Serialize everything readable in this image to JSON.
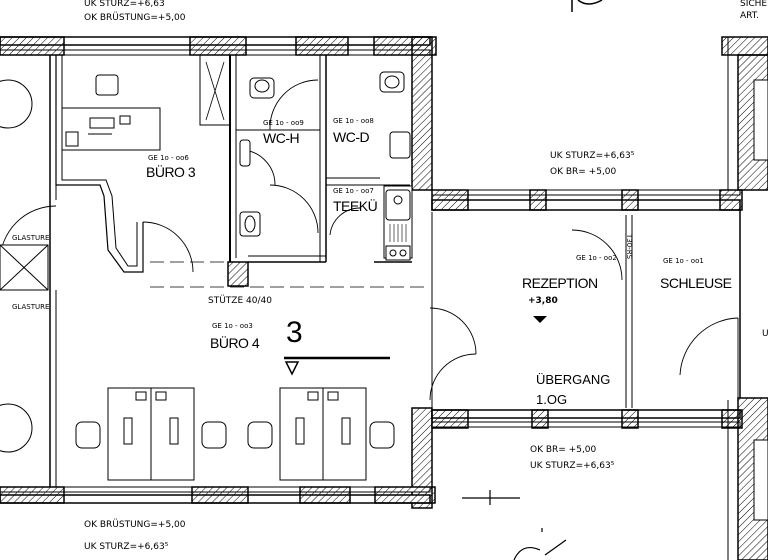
{
  "drawing": {
    "top_notes": [
      "UK STURZ=+6,63",
      "OK BRÜSTUNG=+5,00"
    ],
    "top_right_notes": [
      "SICHE",
      "ART."
    ],
    "bottom_left_notes": [
      "OK BRÜSTUNG=+5,00",
      "UK STURZ=+6,63⁵"
    ],
    "mid_notes": [
      "UK STURZ=+6,63⁵",
      "OK BR=  +5,00"
    ],
    "bottom_mid_notes": [
      "OK BR=  +5,00",
      "UK STURZ=+6,63⁵"
    ],
    "glasture_1": "GLASTURE",
    "glasture_2": "GLASTURE",
    "column_note": "STÜTZE 40/40",
    "section_number": "3",
    "door_rating": "T30-RS",
    "right_edge_char": "U",
    "rooms": {
      "buero3": {
        "code": "GE 1o - oo6",
        "name": "BÜRO 3"
      },
      "buero4": {
        "code": "GE 1o - oo3",
        "name": "BÜRO 4"
      },
      "wch": {
        "code": "GE 1o - oo9",
        "name": "WC-H"
      },
      "wcd": {
        "code": "GE 1o - oo8",
        "name": "WC-D"
      },
      "teekue": {
        "code": "GE 1o - oo7",
        "name": "TEEKÜ"
      },
      "rezeption": {
        "code": "GE 1o - oo2",
        "name": "REZEPTION",
        "level": "+3,80"
      },
      "schleuse": {
        "code": "GE 1o - oo1",
        "name": "SCHLEUSE"
      },
      "uebergang": {
        "name": "ÜBERGANG",
        "level": "1.OG"
      }
    }
  }
}
